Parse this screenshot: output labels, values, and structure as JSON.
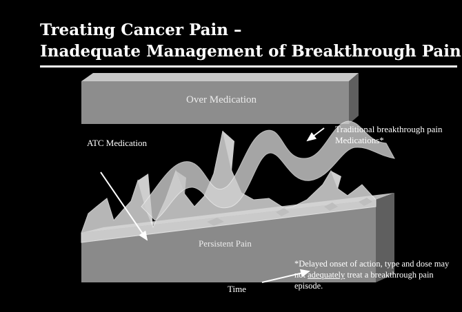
{
  "slide": {
    "title_line1": "Treating Cancer Pain –",
    "title_line2": "Inadequate Management of Breakthrough Pain"
  },
  "diagram": {
    "over_medication_label": "Over Medication",
    "persistent_pain_label": "Persistent Pain",
    "atc_label": "ATC Medication",
    "traditional_label_line1": "Traditional breakthrough pain",
    "traditional_label_line2": "Medications*",
    "time_label": "Time"
  },
  "footnote": {
    "before": "*Delayed onset of action, type and dose  may not ",
    "underlined": "adequately",
    "after": " treat a breakthrough pain episode."
  },
  "colors": {
    "background": "#000000",
    "bar_front": "#8d8d8d",
    "bar_top": "#c8c8c8",
    "bar_side": "#5f5f5f",
    "curve": "#e4e4e4",
    "text": "#ffffff"
  }
}
